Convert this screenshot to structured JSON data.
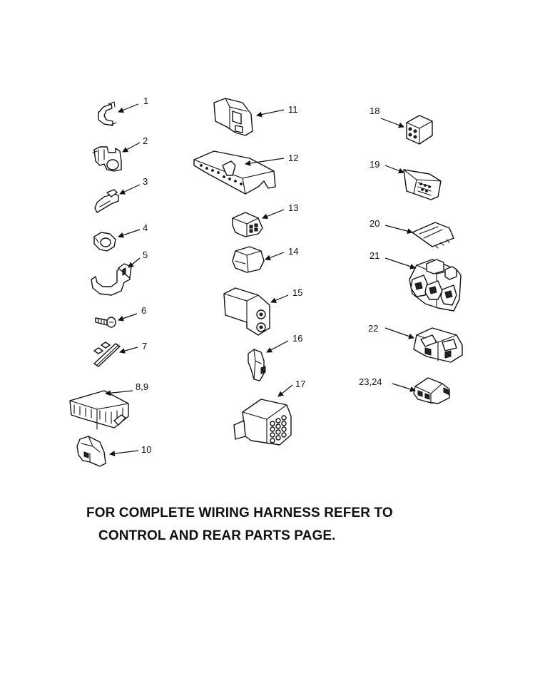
{
  "parts": [
    {
      "id": "p1",
      "label": "1"
    },
    {
      "id": "p2",
      "label": "2"
    },
    {
      "id": "p3",
      "label": "3"
    },
    {
      "id": "p4",
      "label": "4"
    },
    {
      "id": "p5",
      "label": "5"
    },
    {
      "id": "p6",
      "label": "6"
    },
    {
      "id": "p7",
      "label": "7"
    },
    {
      "id": "p89",
      "label": "8,9"
    },
    {
      "id": "p10",
      "label": "10"
    },
    {
      "id": "p11",
      "label": "11"
    },
    {
      "id": "p12",
      "label": "12"
    },
    {
      "id": "p13",
      "label": "13"
    },
    {
      "id": "p14",
      "label": "14"
    },
    {
      "id": "p15",
      "label": "15"
    },
    {
      "id": "p16",
      "label": "16"
    },
    {
      "id": "p17",
      "label": "17"
    },
    {
      "id": "p18",
      "label": "18"
    },
    {
      "id": "p19",
      "label": "19"
    },
    {
      "id": "p20",
      "label": "20"
    },
    {
      "id": "p21",
      "label": "21"
    },
    {
      "id": "p22",
      "label": "22"
    },
    {
      "id": "p2324",
      "label": "23,24"
    }
  ],
  "note": {
    "line1": "FOR COMPLETE WIRING HARNESS REFER TO",
    "line2": "CONTROL AND REAR PARTS PAGE."
  }
}
